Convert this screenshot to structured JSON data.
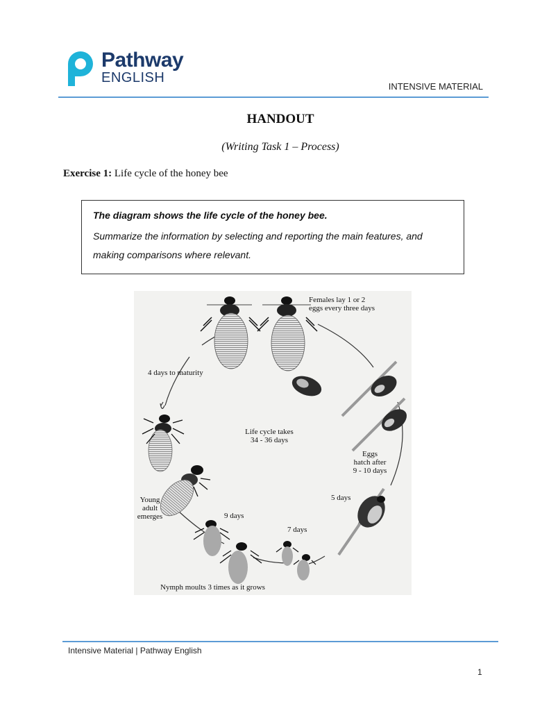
{
  "header": {
    "logo_line1": "Pathway",
    "logo_line2": "ENGLISH",
    "right_label": "INTENSIVE MATERIAL",
    "logo_color": "#1fb3d9"
  },
  "document": {
    "title": "HANDOUT",
    "subtitle": "(Writing Task 1 – Process)",
    "exercise_label": "Exercise 1:",
    "exercise_text": "Life cycle of the honey bee"
  },
  "task": {
    "line1": "The diagram shows the life cycle of the honey bee.",
    "line2": "Summarize the information by selecting and reporting the main features, and making comparisons where relevant."
  },
  "diagram": {
    "females_lay": [
      "Females lay 1 or 2",
      "eggs every three days"
    ],
    "maturity": "4 days to maturity",
    "center": [
      "Life cycle takes",
      "34 - 36 days"
    ],
    "eggs_hatch": [
      "Eggs",
      "hatch after",
      "9 - 10 days"
    ],
    "five_days": "5 days",
    "young_adult": [
      "Young",
      "adult",
      "emerges"
    ],
    "nine_days": "9 days",
    "seven_days": "7 days",
    "nymph": "Nymph moults 3 times as it grows"
  },
  "footer": {
    "left": "Intensive Material | Pathway English",
    "page": "1"
  }
}
